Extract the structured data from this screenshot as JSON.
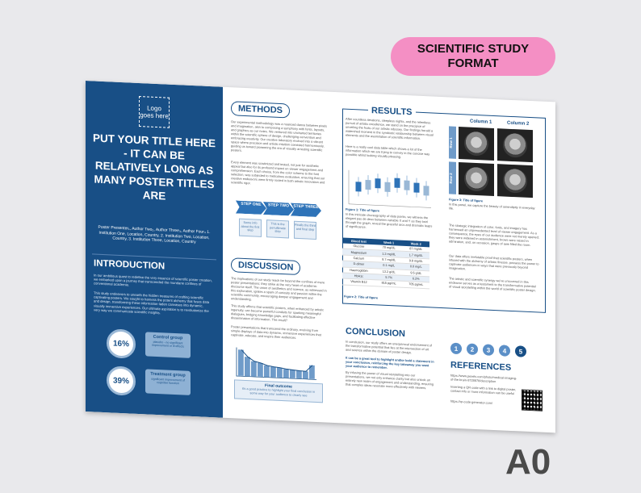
{
  "badge": {
    "line1": "SCIENTIFIC STUDY",
    "line2": "FORMAT"
  },
  "size_label": "A0",
  "left": {
    "logo": "Logo goes here",
    "title": "PUT YOUR TITLE HERE - IT CAN BE RELATIVELY LONG AS MANY POSTER TITLES ARE",
    "authors": "Poster Presenter₁, Author Two₂, Author Three₃, Author Four₄ 1. Institution One, Location, Country, 2. Institution Two, Location, Country, 3. Institution Three, Location, Country",
    "intro_heading": "INTRODUCTION",
    "intro_p1": "In our ambitious quest to redefine the very essence of scientific poster creation, we embarked upon a journey that transcended the mundane confines of conventional academia.",
    "intro_p2": "This study endeavors to unearth the hidden treasures of crafting scientific captivating posters. We sought to harness the potent alchemy that fuses data and design, transforming these information-laden canvases into dynamic, visually immersive experiences. Our ultimate aspiration is to revolutionize the very way we communicate scientific insights.",
    "stat1": "16%",
    "group1_title": "Control group",
    "group1_text": "placebo - no significant improvement or ill effects",
    "stat2": "39%",
    "group2_title": "Treatment group",
    "group2_text": "significant improvement of cognitive function"
  },
  "methods": {
    "heading": "METHODS",
    "p1": "Our experimental methodology was a nuanced dance between pixels and imagination, akin to composing a symphony with fonts, layouts, and graphics as our notes. We ventured into uncharted territories within the scientific sphere of design, challenging convention and embracing creativity. Our creative laboratory evolved into a vibrant space where precision and artistic intuition coexisted harmoniously, guiding us toward pioneering the era of visually arresting scientific posters.",
    "p2": "Every element was scrutinized and tested, not just for aesthetic appeal but also for its profound impact on viewer engagement and comprehension. Each choice, from the color scheme to the font selection, was subjected to meticulous evaluation, ensuring that our creative endeavors were firmly rooted in both artistic innovation and scientific rigor.",
    "steps": [
      {
        "label": "STEP ONE",
        "text": "Some info about the first step"
      },
      {
        "label": "STEP TWO",
        "text": "This is the penultimate step"
      },
      {
        "label": "STEP THREE",
        "text": "Finally the third and final step"
      }
    ]
  },
  "discussion": {
    "heading": "DISCUSSION",
    "p1": "The implications of our study reach far beyond the confines of mere poster presentations; they strike at the very heart of academic discourse itself. The union of aesthetics and science, as witnessed in this exploration, ignites a spark of curiosity and passion within the scientific community, encouraging deeper engagement and understanding.",
    "p2": "This study affirms that scientific posters, when enhanced by artistic ingenuity, can become powerful conduits for sparking meaningful dialogues, bridging knowledge gaps, and facilitating effective dissemination of information. The result?",
    "p3": "Poster presentations that transcend the ordinary, evolving from simple displays of data into dynamic, immersive experiences that captivate, educate, and inspire their audiences.",
    "outcome_title": "Final outcome",
    "outcome_text": "it's a good practice to highlight your final conclusion in some way for your audience to clearly see"
  },
  "results": {
    "heading": "RESULTS",
    "p1": "After countless iterations, sleepless nights, and the relentless pursuit of artistic excellence, we stand on the precipice of unveiling the fruits of our artistic odyssey. Our findings herald a watershed moment in the symbiotic relationship between visual elements and the assimilation of scientific information.",
    "p2": "Here is a really cool data table which shows a lot of the information which we are trying to convey in the concise way possible whilst looking visually pleasing.",
    "fig1_title": "Figure 1: Title of figure",
    "fig1_text": "In this intricate choreography of data points, we witness the elegant pas de deux between variable X and Y as they twirl through the graph, reveal the graceful arcs and dramatic leaps of significance.",
    "table_headers": [
      "Blood test",
      "Week 1",
      "Week 2"
    ],
    "table_rows": [
      [
        "Glucose",
        "70 mg/dL",
        "87 mg/dL"
      ],
      [
        "Magnesium",
        "1.2 mg/dL",
        "1.7 mg/dL"
      ],
      [
        "Calcium",
        "8.7 mg/dL",
        "9.8 mg/dL"
      ],
      [
        "D-dimer",
        "0.1 mg/L",
        "0.0 mg/L"
      ],
      [
        "Haemoglobin",
        "13.2 g/dL",
        "9.5 g/dL"
      ],
      [
        "HbA1c",
        "5.7%",
        "6.2%"
      ],
      [
        "Vitamin B12",
        "815 pg/mL",
        "705 pg/mL"
      ]
    ],
    "fig2_title": "Figure 2: Title of figure",
    "fig2_text": "In this sublime table, complete information floats clarity. Every row and column is a gateway to essential insights.",
    "col1": "Column 1",
    "col2": "Column 2",
    "row1": "Row 1",
    "row2": "Row 2",
    "fig3_title": "Figure 3: Title of figure",
    "fig3_text": "In this panel, we capture the beauty of serendipity in everyday life.",
    "p3": "The strategic integration of color, fonts, and imagery has harnessed an unprecedented level of viewer engagement. As a consequence, the eyes of our audience were not merely opened; they were widened in astonishment, brows were raised in admiration, and, on occasion, gasps of awe filled the room.",
    "p4": "Our data offers irrefutable proof that scientific posters, when infused with the alchemy of artistic finesse, possess the power to captivate audiences in ways that were previously beyond imagination.",
    "p5": "The artistic and scientific synergy we've uncovered in this endeavor serves as a testament to the transformative potential of visual storytelling within the world of scientific poster design."
  },
  "conclusion": {
    "heading": "CONCLUSION",
    "p1": "In conclusion, our study offers an unequivocal endorsement of the transformative potential that lies at the intersection of art and science within the domain of poster design.",
    "highlight": "It can be a great tool to highlight and/or bold a statement in your conclusion, reinforcing the key takeaway you want your audience to remember.",
    "p2": "By infusing the power of visual storytelling into our presentations, we not only enhance clarity but also unlock an entirely new realm of engagement and understanding, ensuring that complex ideas resonate more effectively with viewers.",
    "numbers": [
      "1",
      "2",
      "3",
      "4",
      "5"
    ]
  },
  "references": {
    "heading": "REFERENCES",
    "r1": "https://www.pexels.com/photo/medical-imaging-of-the-brain-8728878/description",
    "r2": "Inserting a QR code with a link to digital poster, contact info or more information can be useful",
    "r3": "https://qr-code-generator.com/"
  },
  "charts": {
    "boxplot": {
      "type": "box",
      "values": [
        0.55,
        0.62,
        0.68,
        0.58,
        0.72,
        0.66,
        0.6,
        0.52
      ]
    },
    "decline": {
      "type": "bar",
      "values": [
        0.95,
        0.7,
        0.55,
        0.5,
        0.42,
        0.38,
        0.36,
        0.32,
        0.3,
        0.28,
        0.27,
        0.5
      ]
    }
  }
}
